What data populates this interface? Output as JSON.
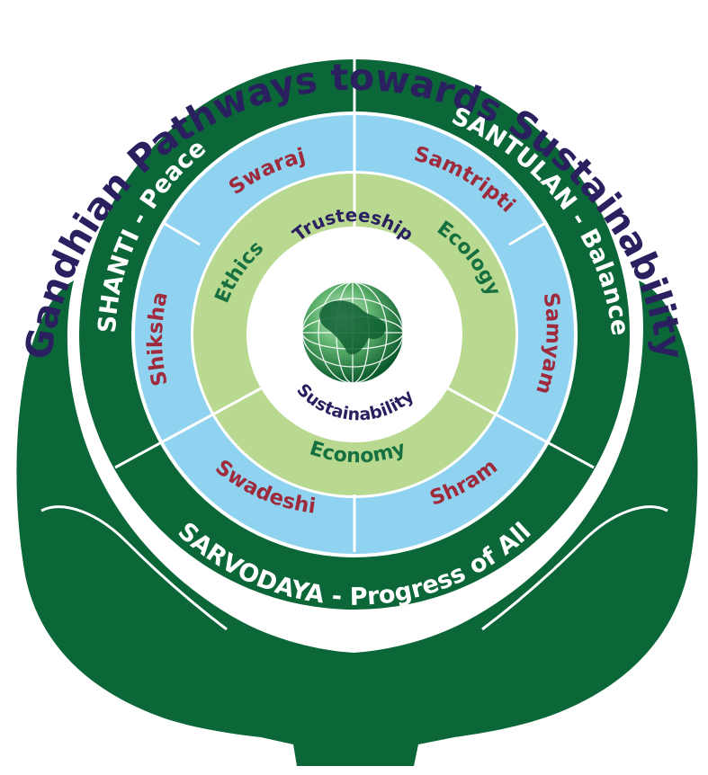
{
  "title": "Gandhian Pathways towards Sustainability",
  "outer_ring": {
    "left": "SHANTI - Peace",
    "right": "SANTULAN - Balance",
    "bottom": "SARVODAYA - Progress of All"
  },
  "middle_ring": {
    "swaraj": "Swaraj",
    "samtripti": "Samtripti",
    "samyam": "Samyam",
    "shram": "Shram",
    "swadeshi": "Swadeshi",
    "shiksha": "Shiksha"
  },
  "inner_ring": {
    "ethics": "Ethics",
    "ecology": "Ecology",
    "economy": "Economy"
  },
  "center": {
    "top": "Trusteeship",
    "bottom": "Sustainability"
  },
  "colors": {
    "dark_green": "#0b6638",
    "light_blue": "#8fd3f0",
    "light_green": "#b8d98f",
    "title_navy": "#2a2060",
    "middle_text": "#9e2a3c",
    "inner_text": "#177040"
  },
  "icons": {
    "hands": "cupped-hands-icon",
    "globe": "globe-icon"
  }
}
